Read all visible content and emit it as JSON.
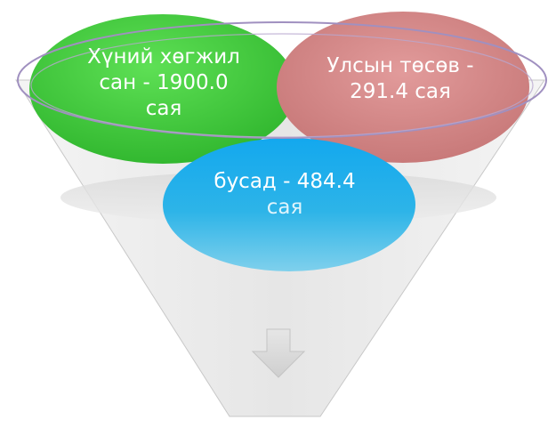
{
  "diagram": {
    "type": "funnel",
    "sources": [
      {
        "id": "green",
        "lines": [
          "Хүний хөгжил",
          "сан - 1900.0",
          "сая"
        ],
        "color": "#3ec93a"
      },
      {
        "id": "red",
        "lines": [
          "Улсын төсөв -",
          "291.4 сая"
        ],
        "color": "#cf8585"
      },
      {
        "id": "blue",
        "lines": [
          "бусад - 484.4",
          "сая"
        ],
        "color": "#19aeea"
      }
    ],
    "icons": {
      "down_arrow": "down-arrow-icon"
    },
    "colors": {
      "funnel_rim": "#a090c0",
      "funnel_body": "#e8e8e8",
      "arrow": "#d8d8d8"
    }
  },
  "text": {
    "green": "Хүний хөгжил\nсан - 1900.0\nсая",
    "red": "Улсын төсөв -\n291.4 сая",
    "blue_line1": "бусад - 484.4",
    "blue_line2": "сая"
  }
}
